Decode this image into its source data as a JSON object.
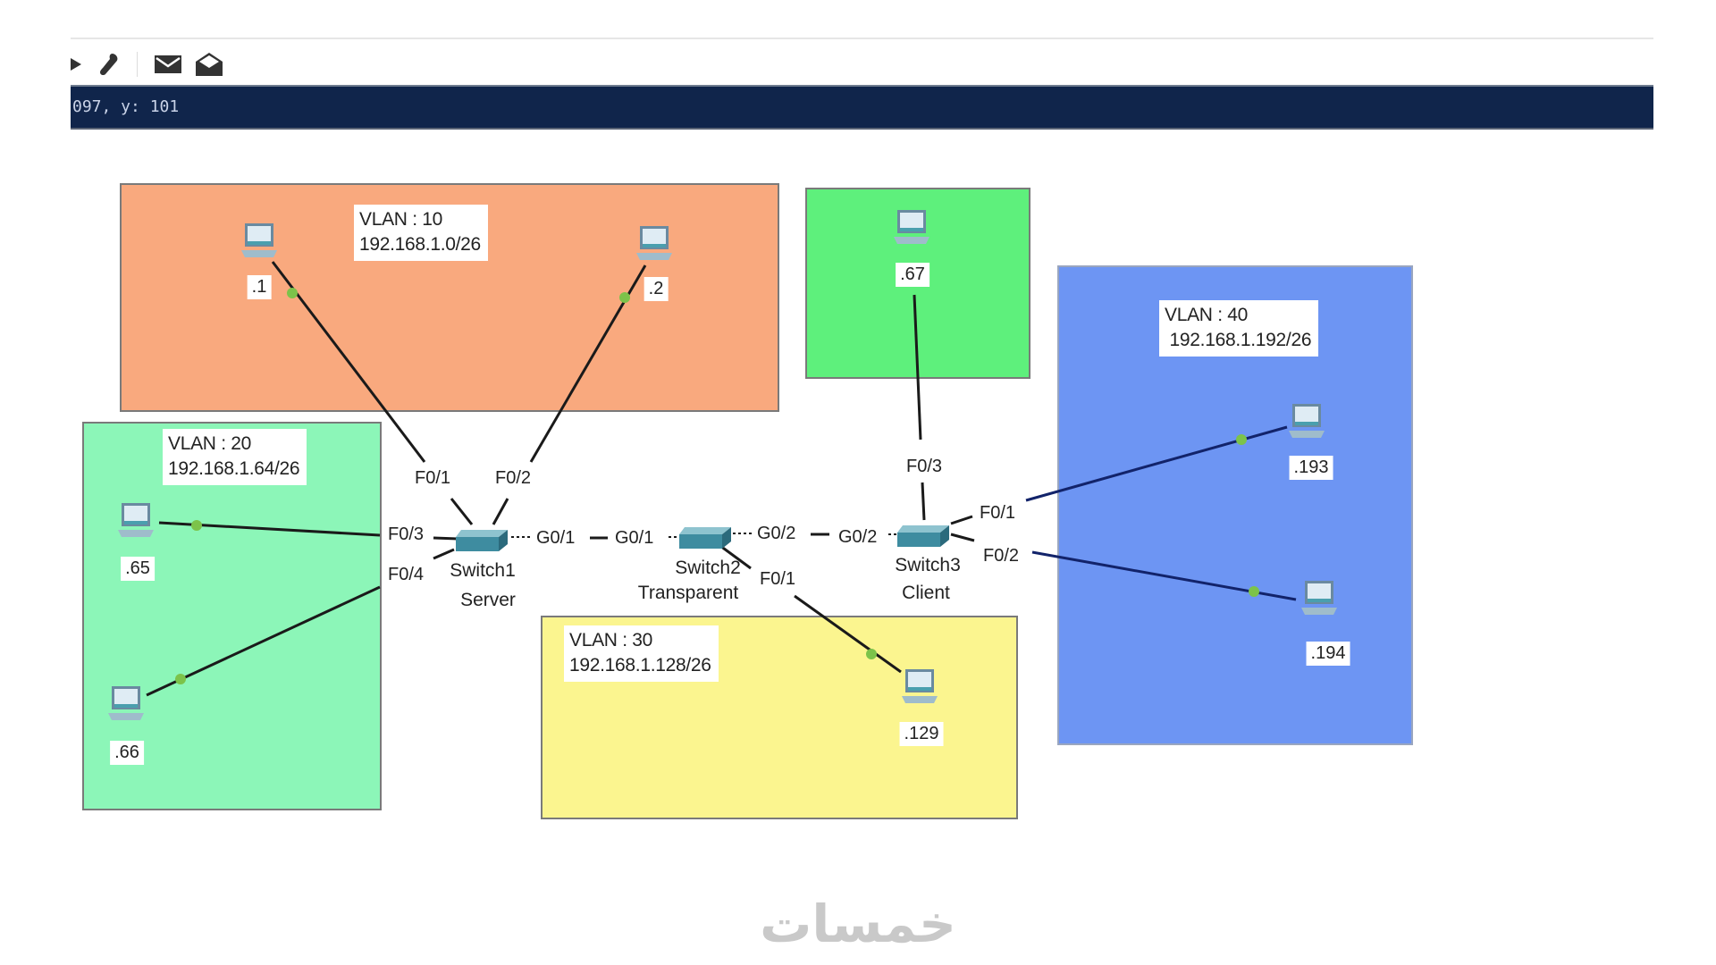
{
  "toolbar": {
    "icons": [
      "play-icon",
      "wrench-icon",
      "simple-pdu-icon",
      "complex-pdu-icon"
    ]
  },
  "statusbar": {
    "coordinates": "097, y: 101"
  },
  "colors": {
    "statusbar_bg": "#10254b",
    "vlan10": "#f9a97e",
    "vlan20": "#8cf6b8",
    "vlan_green": "#5ef07c",
    "vlan30": "#fbf58f",
    "vlan40": "#6d95f3",
    "copper_link": "#1a1a1a",
    "link_up_indicator": "#7cc34a"
  },
  "vlans": [
    {
      "id": "vlan10",
      "label": "VLAN : 10\n192.168.1.0/26"
    },
    {
      "id": "vlan20",
      "label": "VLAN : 20\n192.168.1.64/26"
    },
    {
      "id": "vlan30",
      "label": "VLAN : 30\n192.168.1.128/26"
    },
    {
      "id": "vlan40",
      "label": "VLAN : 40\n 192.168.1.192/26"
    }
  ],
  "pcs": [
    {
      "id": "pc1",
      "label": ".1"
    },
    {
      "id": "pc2",
      "label": ".2"
    },
    {
      "id": "pc65",
      "label": ".65"
    },
    {
      "id": "pc66",
      "label": ".66"
    },
    {
      "id": "pc67",
      "label": ".67"
    },
    {
      "id": "pc129",
      "label": ".129"
    },
    {
      "id": "pc193",
      "label": ".193"
    },
    {
      "id": "pc194",
      "label": ".194"
    }
  ],
  "switches": [
    {
      "id": "switch1",
      "name": "Switch1",
      "mode": "Server"
    },
    {
      "id": "switch2",
      "name": "Switch2",
      "mode": "Transparent"
    },
    {
      "id": "switch3",
      "name": "Switch3",
      "mode": "Client"
    }
  ],
  "ports": {
    "sw1_f01": "F0/1",
    "sw1_f02": "F0/2",
    "sw1_f03": "F0/3",
    "sw1_f04": "F0/4",
    "sw1_g01": "G0/1",
    "sw2_g01": "G0/1",
    "sw2_g02": "G0/2",
    "sw2_f01": "F0/1",
    "sw3_g02": "G0/2",
    "sw3_f03": "F0/3",
    "sw3_f01": "F0/1",
    "sw3_f02": "F0/2"
  },
  "watermark": "خمسات"
}
